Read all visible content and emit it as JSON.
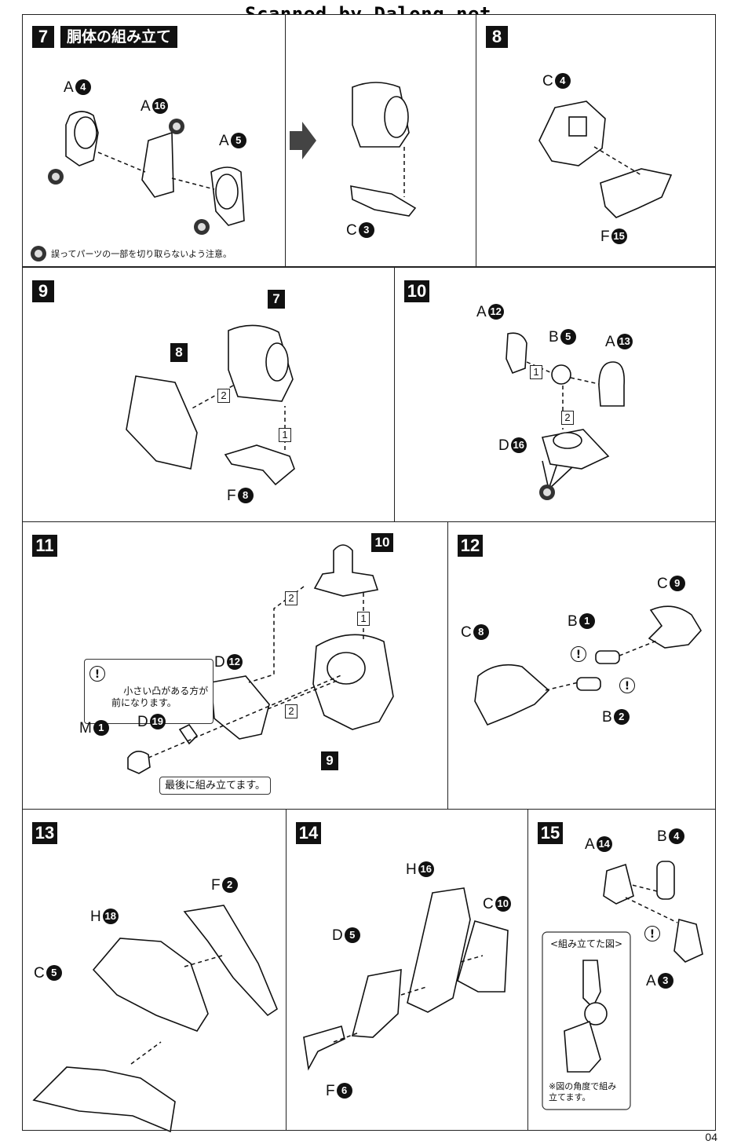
{
  "watermark": "Scanned by Dalong.net",
  "page_number": "04",
  "steps": [
    {
      "num": "7",
      "title": "胴体の組み立て",
      "note": "誤ってパーツの一部を切り取らないよう注意。",
      "parts": [
        {
          "letter": "A",
          "num": "4"
        },
        {
          "letter": "A",
          "num": "16"
        },
        {
          "letter": "A",
          "num": "5"
        },
        {
          "letter": "C",
          "num": "3"
        }
      ]
    },
    {
      "num": "8",
      "parts": [
        {
          "letter": "C",
          "num": "4"
        },
        {
          "letter": "F",
          "num": "15"
        }
      ]
    },
    {
      "num": "9",
      "refs": [
        "7",
        "8"
      ],
      "order": [
        "1",
        "2"
      ],
      "parts": [
        {
          "letter": "F",
          "num": "8"
        }
      ]
    },
    {
      "num": "10",
      "order": [
        "1",
        "2"
      ],
      "parts": [
        {
          "letter": "A",
          "num": "12"
        },
        {
          "letter": "B",
          "num": "5"
        },
        {
          "letter": "A",
          "num": "13"
        },
        {
          "letter": "D",
          "num": "16"
        }
      ]
    },
    {
      "num": "11",
      "refs": [
        "10",
        "9"
      ],
      "order": [
        "1",
        "2",
        "2"
      ],
      "callout": "小さい凸がある方が\n前になります。",
      "final_note": "最後に組み立てます。",
      "parts": [
        {
          "letter": "D",
          "num": "12"
        },
        {
          "letter": "D",
          "num": "19"
        },
        {
          "letter": "M",
          "num": "1"
        }
      ]
    },
    {
      "num": "12",
      "parts": [
        {
          "letter": "C",
          "num": "9"
        },
        {
          "letter": "C",
          "num": "8"
        },
        {
          "letter": "B",
          "num": "1"
        },
        {
          "letter": "B",
          "num": "2"
        }
      ]
    },
    {
      "num": "13",
      "parts": [
        {
          "letter": "F",
          "num": "2"
        },
        {
          "letter": "H",
          "num": "18"
        },
        {
          "letter": "C",
          "num": "5"
        }
      ]
    },
    {
      "num": "14",
      "parts": [
        {
          "letter": "H",
          "num": "16"
        },
        {
          "letter": "C",
          "num": "10"
        },
        {
          "letter": "D",
          "num": "5"
        },
        {
          "letter": "F",
          "num": "6"
        }
      ]
    },
    {
      "num": "15",
      "inset_title": "<組み立てた図>",
      "inset_note": "※図の角度で組み\n立てます。",
      "parts": [
        {
          "letter": "A",
          "num": "14"
        },
        {
          "letter": "B",
          "num": "4"
        },
        {
          "letter": "A",
          "num": "3"
        }
      ]
    }
  ]
}
